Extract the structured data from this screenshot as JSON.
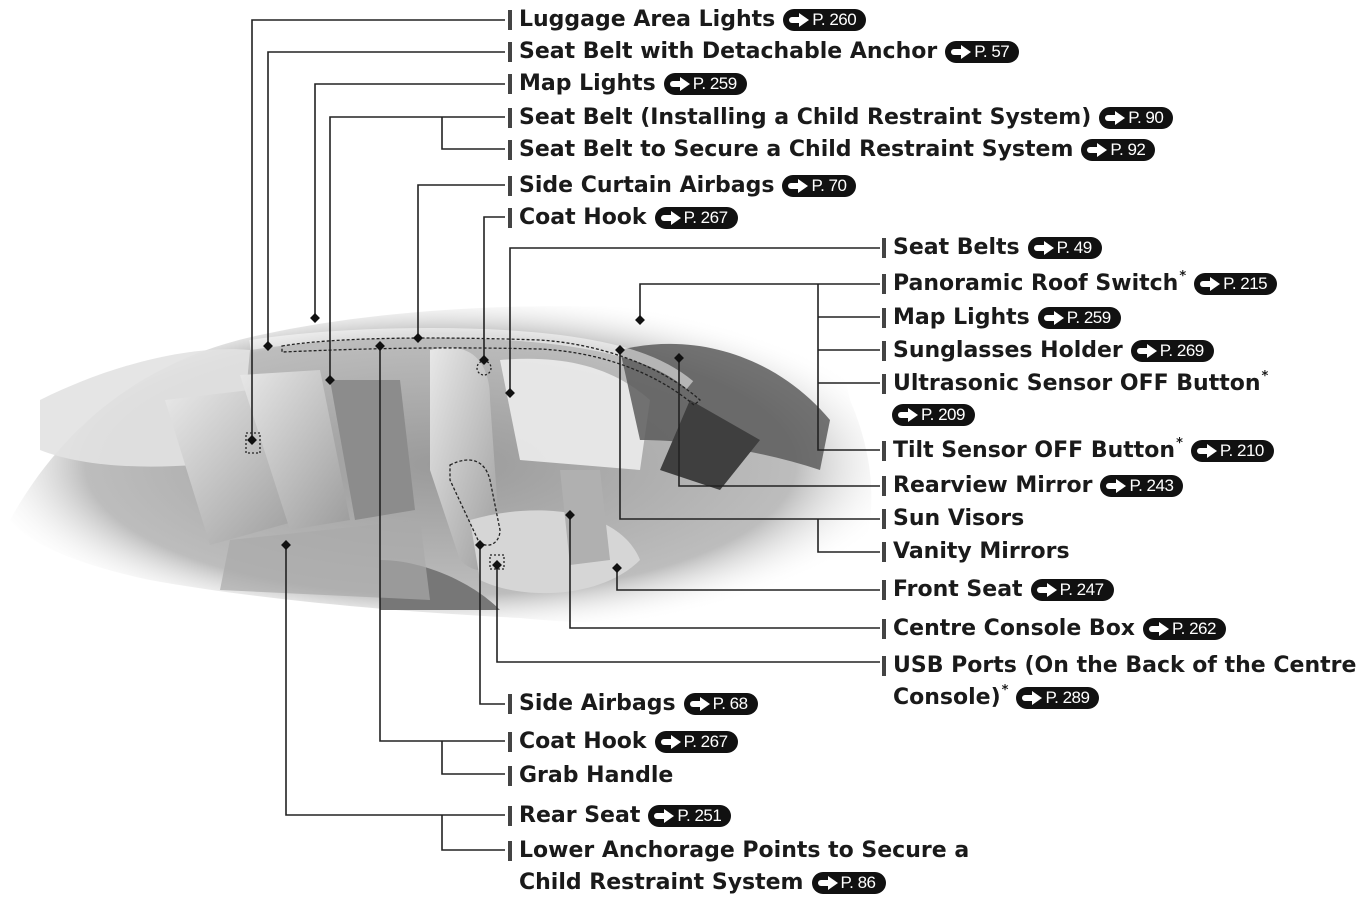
{
  "labels": {
    "luggage_area_lights": {
      "text": "Luggage Area Lights",
      "ref": "P. 260"
    },
    "seat_belt_detachable": {
      "text": "Seat Belt with Detachable Anchor",
      "ref": "P. 57"
    },
    "map_lights_rear": {
      "text": "Map Lights",
      "ref": "P. 259"
    },
    "seat_belt_installing": {
      "text": "Seat Belt (Installing a Child Restraint System)",
      "ref": "P. 90"
    },
    "seat_belt_secure": {
      "text": "Seat Belt to Secure a Child Restraint System",
      "ref": "P. 92"
    },
    "side_curtain_airbags": {
      "text": "Side Curtain Airbags",
      "ref": "P. 70"
    },
    "coat_hook_top": {
      "text": "Coat Hook",
      "ref": "P. 267"
    },
    "seat_belts": {
      "text": "Seat Belts",
      "ref": "P. 49"
    },
    "panoramic_roof_switch": {
      "text": "Panoramic Roof Switch",
      "star": "*",
      "ref": "P. 215"
    },
    "map_lights_front": {
      "text": "Map Lights",
      "ref": "P. 259"
    },
    "sunglasses_holder": {
      "text": "Sunglasses Holder",
      "ref": "P. 269"
    },
    "ultrasonic_sensor": {
      "text": "Ultrasonic Sensor OFF Button",
      "star": "*",
      "ref": "P. 209"
    },
    "tilt_sensor": {
      "text": "Tilt Sensor OFF Button",
      "star": "*",
      "ref": "P. 210"
    },
    "rearview_mirror": {
      "text": "Rearview Mirror",
      "ref": "P. 243"
    },
    "sun_visors": {
      "text": "Sun Visors"
    },
    "vanity_mirrors": {
      "text": "Vanity Mirrors"
    },
    "front_seat": {
      "text": "Front Seat",
      "ref": "P. 247"
    },
    "centre_console_box": {
      "text": "Centre Console Box",
      "ref": "P. 262"
    },
    "usb_ports_line1": {
      "text": "USB Ports (On the Back of the Centre"
    },
    "usb_ports_line2": {
      "text": "Console)",
      "star": "*",
      "ref": "P. 289"
    },
    "side_airbags": {
      "text": "Side Airbags",
      "ref": "P. 68"
    },
    "coat_hook_bottom": {
      "text": "Coat Hook",
      "ref": "P. 267"
    },
    "grab_handle": {
      "text": "Grab Handle"
    },
    "rear_seat": {
      "text": "Rear Seat",
      "ref": "P. 251"
    },
    "lower_anchorage_line1": {
      "text": "Lower Anchorage Points to Secure a"
    },
    "lower_anchorage_line2": {
      "text": "Child Restraint System",
      "ref": "P. 86"
    }
  },
  "colors": {
    "ink": "#1a1a1a",
    "line": "#222222",
    "photo_mid": "#b8b8b8",
    "photo_dark": "#6a6a6a"
  },
  "illustration": "car-interior-photo"
}
